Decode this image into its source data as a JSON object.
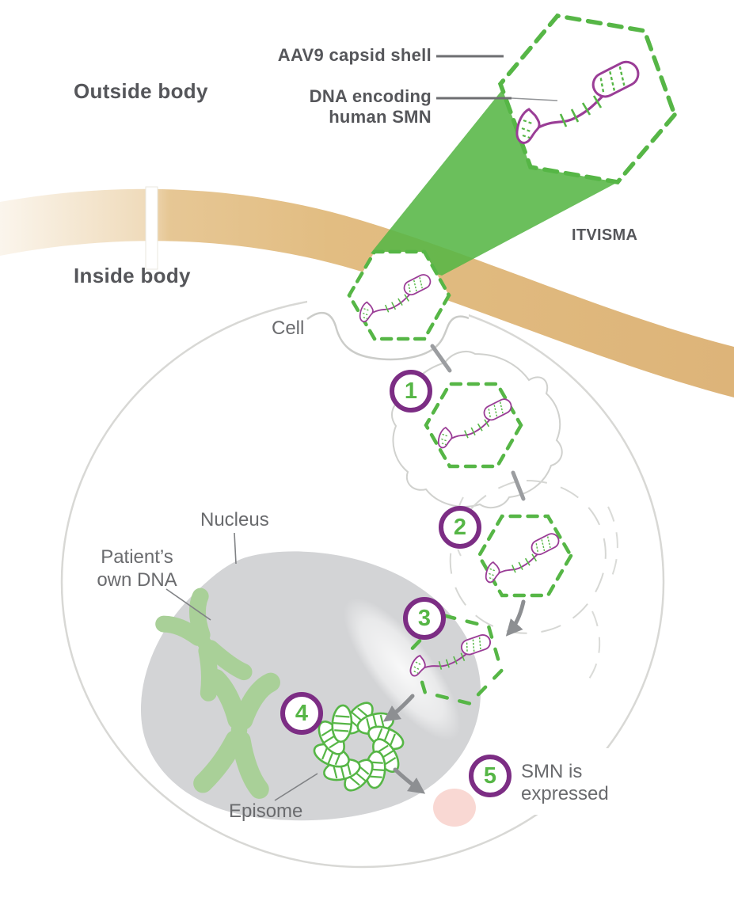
{
  "labels": {
    "aav9_capsid": "AAV9 capsid shell",
    "outside_body": "Outside body",
    "dna_encoding_line1": "DNA encoding",
    "dna_encoding_line2": "human SMN",
    "itvisma": "ITVISMA",
    "inside_body": "Inside body",
    "cell": "Cell",
    "nucleus": "Nucleus",
    "patients_dna_line1": "Patient’s",
    "patients_dna_line2": "own DNA",
    "episome": "Episome",
    "smn_expressed_line1": "SMN is",
    "smn_expressed_line2": "expressed"
  },
  "steps": [
    {
      "number": "1"
    },
    {
      "number": "2"
    },
    {
      "number": "3"
    },
    {
      "number": "4"
    },
    {
      "number": "5"
    }
  ],
  "colors": {
    "green": "#56b646",
    "light_green": "#a9d098",
    "purple": "#7c2d84",
    "dna_purple": "#9a3d96",
    "dark_text": "#55565a",
    "gray_text": "#6a6b6e",
    "band_tan": "#e2bd82",
    "nucleus_gray": "#d3d4d6",
    "pink": "#f9d8d3"
  }
}
